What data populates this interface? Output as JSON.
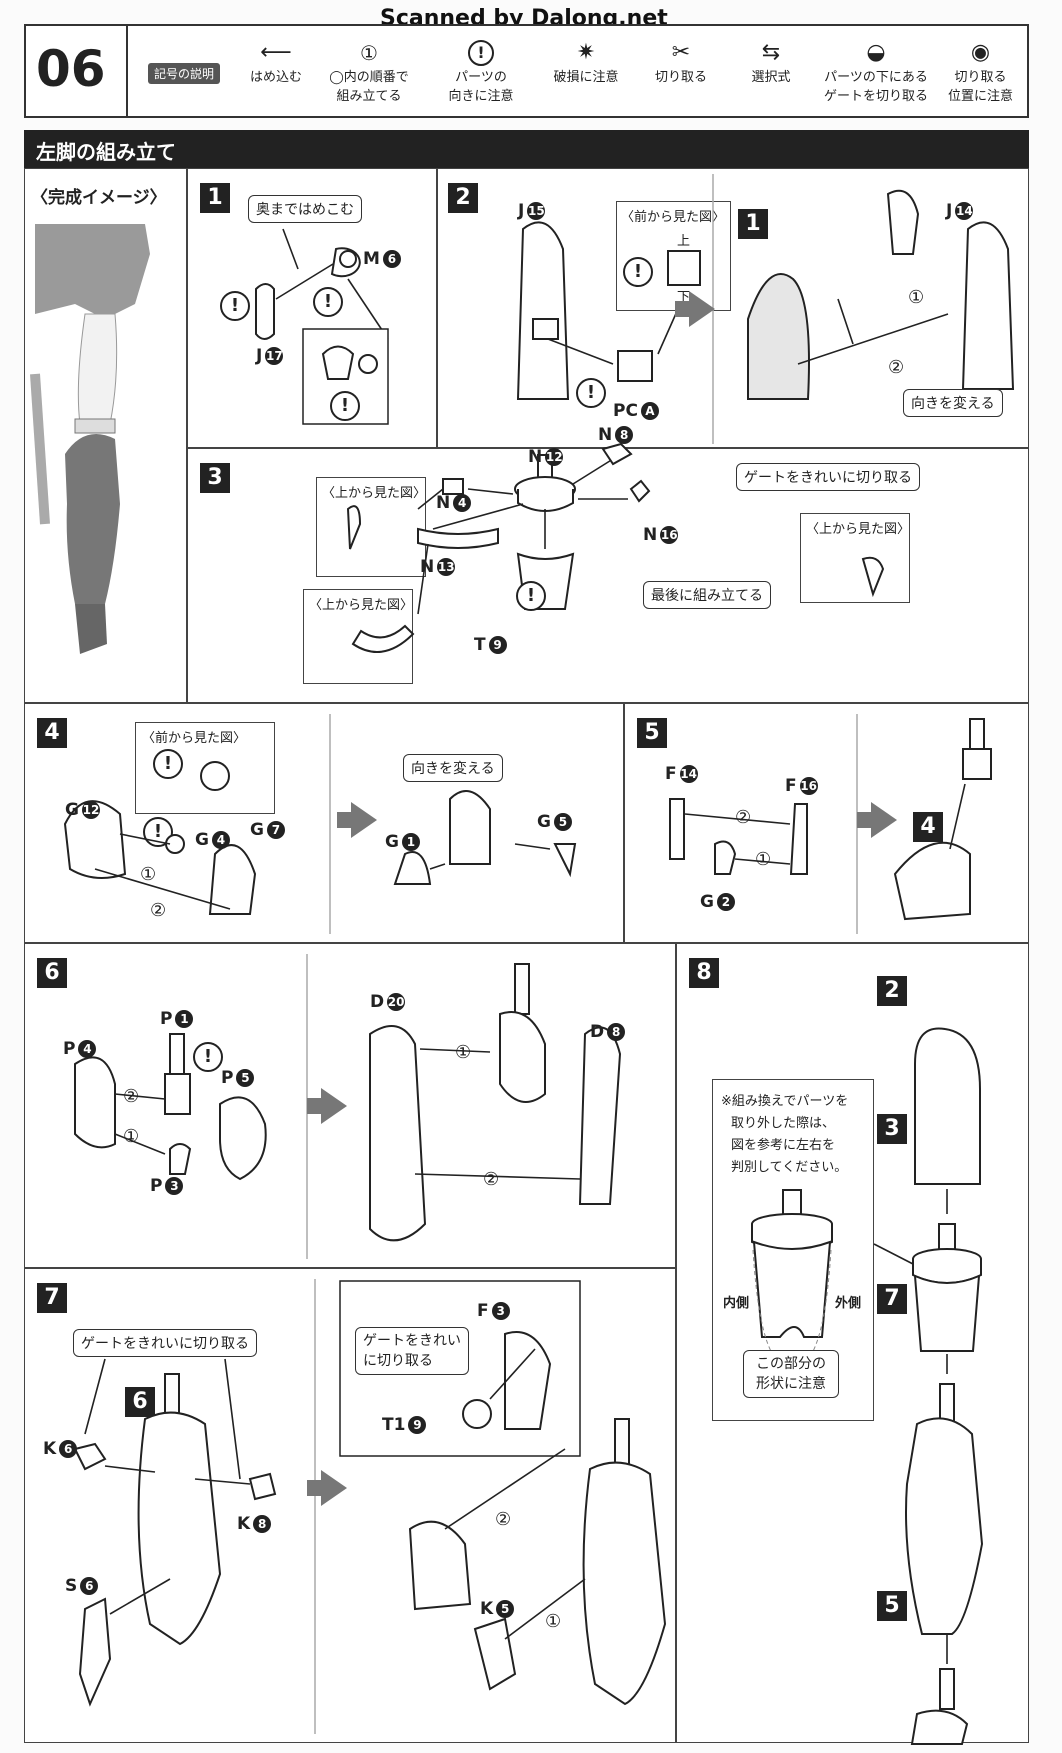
{
  "watermark": "Scanned by Dalong.net",
  "page_number": "06",
  "legend": {
    "label": "記号の説明",
    "items": [
      {
        "icon": "arrow-left-icon",
        "text": "はめ込む"
      },
      {
        "icon": "numbered-circle-icon",
        "glyph": "①",
        "text_line1": "◯内の順番で",
        "text_line2": "組み立てる"
      },
      {
        "icon": "exclamation-icon",
        "glyph": "!",
        "text_line1": "パーツの",
        "text_line2": "向きに注意"
      },
      {
        "icon": "broken-part-icon",
        "text": "破損に注意"
      },
      {
        "icon": "cut-icon",
        "text": "切り取る"
      },
      {
        "icon": "choice-arrows-icon",
        "text": "選択式"
      },
      {
        "icon": "gate-under-part-icon",
        "text_line1": "パーツの下にある",
        "text_line2": "ゲートを切り取る"
      },
      {
        "icon": "cut-position-icon",
        "text_line1": "切り取る",
        "text_line2": "位置に注意"
      }
    ]
  },
  "section_title": "左脚の組み立て",
  "completed_image_label": "〈完成イメージ〉",
  "steps": {
    "s1": {
      "num": "1",
      "callout": "奥まではめこむ",
      "parts": {
        "m": "M",
        "m_n": "6",
        "j": "J",
        "j_n": "17"
      }
    },
    "s2": {
      "num": "2",
      "front_view": "〈前から見た図〉",
      "up": "上",
      "down": "下",
      "j": "J",
      "j_n": "15",
      "pc": "PC",
      "pc_n": "A",
      "sub_num": "1",
      "j2": "J",
      "j2_n": "14",
      "turn": "向きを変える",
      "o1": "①",
      "o2": "②"
    },
    "s3": {
      "num": "3",
      "top_view": "〈上から見た図〉",
      "gate_cut": "ゲートをきれいに切り取る",
      "last": "最後に組み立てる",
      "n4": "N",
      "n4_n": "4",
      "n12": "N",
      "n12_n": "12",
      "n8": "N",
      "n8_n": "8",
      "n16": "N",
      "n16_n": "16",
      "n13": "N",
      "n13_n": "13",
      "t": "T",
      "t_n": "9"
    },
    "s4": {
      "num": "4",
      "front_view": "〈前から見た図〉",
      "turn": "向きを変える",
      "g12": "G",
      "g12_n": "12",
      "g4": "G",
      "g4_n": "4",
      "g7": "G",
      "g7_n": "7",
      "g1": "G",
      "g1_n": "1",
      "g5": "G",
      "g5_n": "5",
      "o1": "①",
      "o2": "②"
    },
    "s5": {
      "num": "5",
      "f14": "F",
      "f14_n": "14",
      "f16": "F",
      "f16_n": "16",
      "g2": "G",
      "g2_n": "2",
      "sub_num": "4",
      "o1": "①",
      "o2": "②"
    },
    "s6": {
      "num": "6",
      "p1": "P",
      "p1_n": "1",
      "p4": "P",
      "p4_n": "4",
      "p5": "P",
      "p5_n": "5",
      "p3": "P",
      "p3_n": "3",
      "d20": "D",
      "d20_n": "20",
      "d8": "D",
      "d8_n": "8",
      "o1": "①",
      "o2": "②"
    },
    "s7": {
      "num": "7",
      "gate_cut": "ゲートをきれいに切り取る",
      "gate_cut2_l1": "ゲートをきれい",
      "gate_cut2_l2": "に切り取る",
      "sub_num": "6",
      "k6": "K",
      "k6_n": "6",
      "k8": "K",
      "k8_n": "8",
      "s6": "S",
      "s6_n": "6",
      "f3": "F",
      "f3_n": "3",
      "t1": "T1",
      "t1_n": "9",
      "k5": "K",
      "k5_n": "5",
      "o1": "①",
      "o2": "②"
    },
    "s8": {
      "num": "8",
      "note_l1": "※組み換えでパーツを",
      "note_l2": "取り外した際は、",
      "note_l3": "図を参考に左右を",
      "note_l4": "判別してください。",
      "inner": "内側",
      "outer": "外側",
      "caution_l1": "この部分の",
      "caution_l2": "形状に注意",
      "sub2": "2",
      "sub3": "3",
      "sub7": "7",
      "sub5": "5"
    }
  }
}
